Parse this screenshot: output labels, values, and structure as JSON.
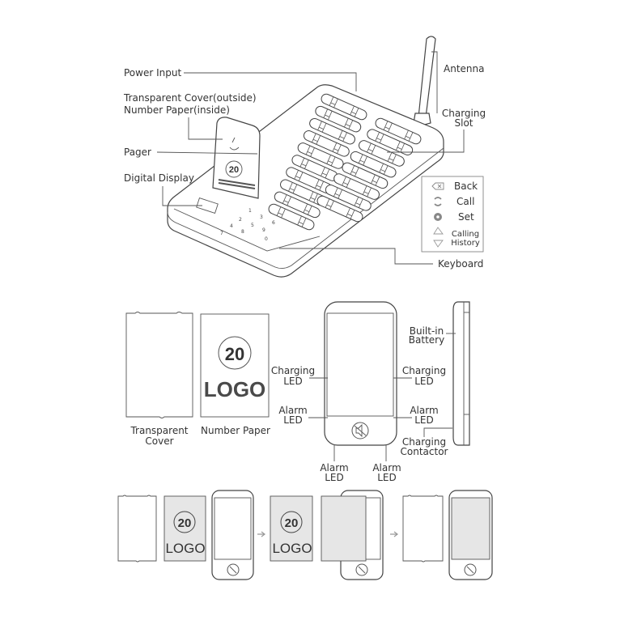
{
  "top": {
    "power_input": "Power Input",
    "cover_outside": "Transparent Cover(outside)",
    "paper_inside": "Number Paper(inside)",
    "pager": "Pager",
    "digital_display": "Digital Display",
    "antenna": "Antenna",
    "charging_slot_1": "Charging",
    "charging_slot_2": "Slot",
    "keyboard": "Keyboard",
    "pager_number": "20",
    "legend": {
      "back": "Back",
      "call": "Call",
      "set": "Set",
      "calling_1": "Calling",
      "calling_2": "History"
    },
    "keys": [
      "1",
      "2",
      "3",
      "4",
      "5",
      "6",
      "7",
      "8",
      "9",
      "0"
    ]
  },
  "middle": {
    "cover_1": "Transparent",
    "cover_2": "Cover",
    "number_paper": "Number Paper",
    "paper_number": "20",
    "paper_logo": "LOGO",
    "charging_led_1": "Charging",
    "charging_led_2": "LED",
    "alarm_1": "Alarm",
    "alarm_2": "LED",
    "battery_1": "Built-in",
    "battery_2": "Battery",
    "contactor_1": "Charging",
    "contactor_2": "Contactor"
  },
  "bottom": {
    "paper_number": "20",
    "paper_logo": "LOGO"
  }
}
